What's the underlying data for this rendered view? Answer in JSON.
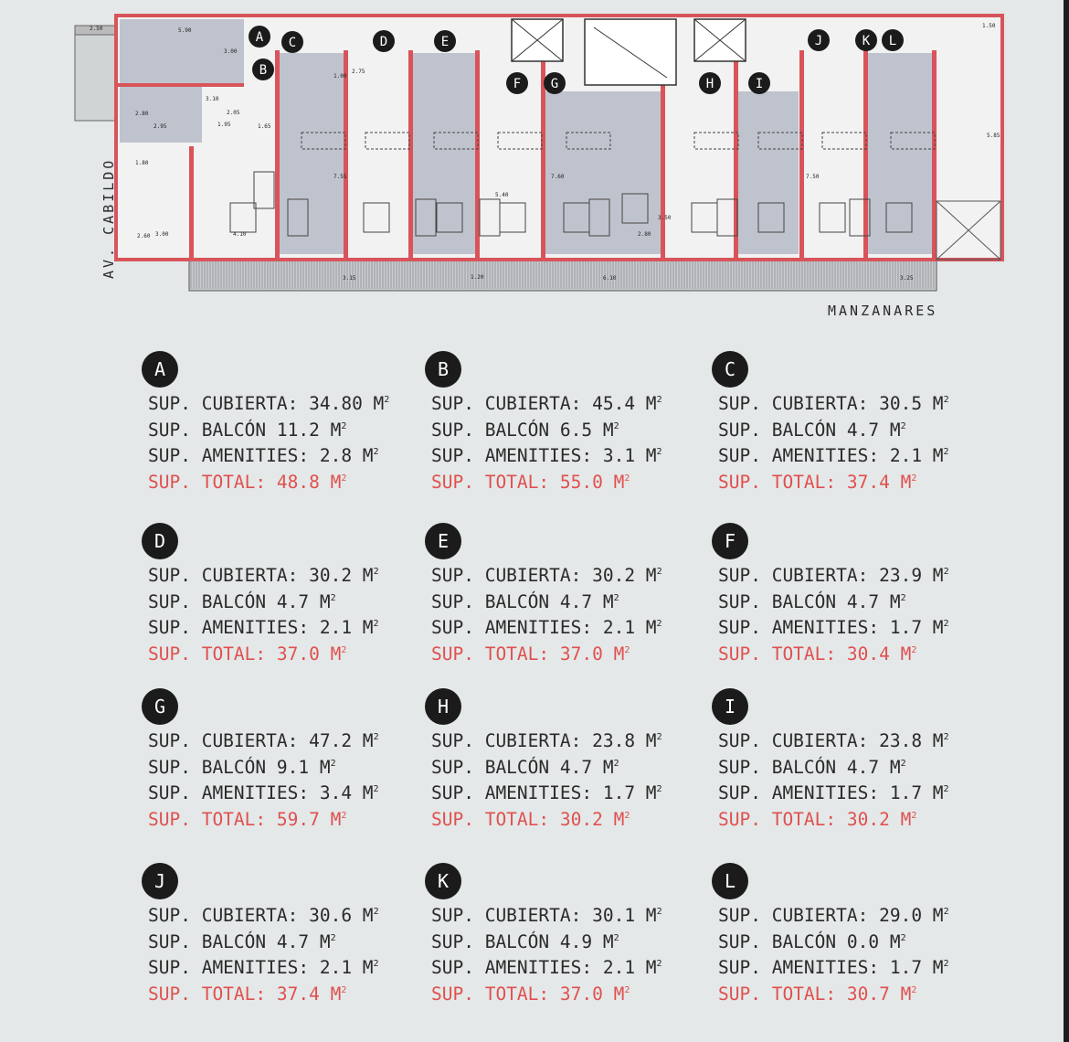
{
  "streets": {
    "cabildo": "AV. CABILDO",
    "manzanares": "MANZANARES"
  },
  "colors": {
    "wall_red": "#d8545a",
    "unit_fill": "#bfc3cd",
    "ink": "#2a2a2a",
    "total_red": "#e0504f",
    "badge": "#1b1b1b"
  },
  "plan": {
    "unit_markers": [
      "A",
      "B",
      "C",
      "D",
      "E",
      "F",
      "G",
      "H",
      "I",
      "J",
      "K",
      "L"
    ],
    "dimensions": [
      "2.50",
      "5.90",
      "3.00",
      "2.05",
      "1.80",
      "1.00",
      "2.75",
      "1.50",
      "2.95",
      "2.80",
      "1.65",
      "1.95",
      "3.10",
      "2.60",
      "4.10",
      "3.00",
      "7.55",
      "7.60",
      "7.50",
      "5.40",
      "3.50",
      "2.80",
      "3.15",
      "6.10",
      "3.25",
      "5.85",
      "1.20"
    ]
  },
  "labels": {
    "cubierta": "SUP. CUBIERTA:",
    "balcon": "SUP. BALCÓN",
    "amenities": "SUP. AMENITIES:",
    "total": "SUP. TOTAL:",
    "unit": "M",
    "unit_exp": "2"
  },
  "units": [
    {
      "id": "A",
      "cubierta": "34.80",
      "balcon": "11.2",
      "amenities": "2.8",
      "total": "48.8"
    },
    {
      "id": "B",
      "cubierta": "45.4",
      "balcon": "6.5",
      "amenities": "3.1",
      "total": "55.0"
    },
    {
      "id": "C",
      "cubierta": "30.5",
      "balcon": "4.7",
      "amenities": "2.1",
      "total": "37.4"
    },
    {
      "id": "D",
      "cubierta": "30.2",
      "balcon": "4.7",
      "amenities": "2.1",
      "total": "37.0"
    },
    {
      "id": "E",
      "cubierta": "30.2",
      "balcon": "4.7",
      "amenities": "2.1",
      "total": "37.0"
    },
    {
      "id": "F",
      "cubierta": "23.9",
      "balcon": "4.7",
      "amenities": "1.7",
      "total": "30.4"
    },
    {
      "id": "G",
      "cubierta": "47.2",
      "balcon": "9.1",
      "amenities": "3.4",
      "total": "59.7"
    },
    {
      "id": "H",
      "cubierta": "23.8",
      "balcon": "4.7",
      "amenities": "1.7",
      "total": "30.2"
    },
    {
      "id": "I",
      "cubierta": "23.8",
      "balcon": "4.7",
      "amenities": "1.7",
      "total": "30.2"
    },
    {
      "id": "J",
      "cubierta": "30.6",
      "balcon": "4.7",
      "amenities": "2.1",
      "total": "37.4"
    },
    {
      "id": "K",
      "cubierta": "30.1",
      "balcon": "4.9",
      "amenities": "2.1",
      "total": "37.0"
    },
    {
      "id": "L",
      "cubierta": "29.0",
      "balcon": "0.0",
      "amenities": "1.7",
      "total": "30.7"
    }
  ]
}
